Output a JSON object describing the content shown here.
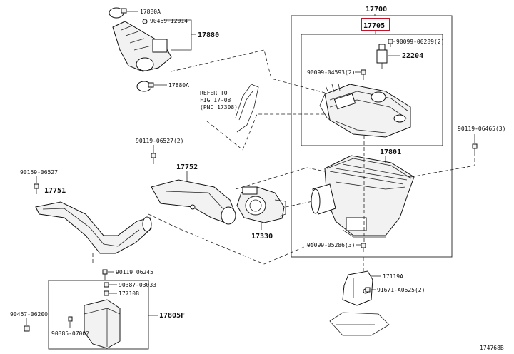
{
  "diagram_id": "174768B",
  "callouts": {
    "p17700": "17700",
    "p17705": "17705",
    "p90099_00289": "90099-00289(2)",
    "p22204": "22204",
    "p90099_04593": "90099-04593(2)",
    "p17801": "17801",
    "p90119_06465": "90119-06465(3)",
    "p90099_05286": "90099-05286(3)",
    "p17119A": "17119A",
    "p91671_A0625": "91671-A0625(2)",
    "p17880A_top": "17880A",
    "p90469_12014": "90469-12014",
    "p17880": "17880",
    "p17880A_bottom": "17880A",
    "refer_line1": "REFER TO",
    "refer_line2": "FIG 17-08",
    "refer_line3": "(PNC 17308)",
    "p90119_06527_2": "90119-06527(2)",
    "p17752": "17752",
    "p90159_06527": "90159-06527",
    "p17751": "17751",
    "p17330": "17330",
    "p90119_06245": "90119 06245",
    "p90387_03033": "90387-03033",
    "p17710B": "17710B",
    "p17805F": "17805F",
    "p90467_06200": "90467-06200",
    "p90385_07002": "90385-07002"
  },
  "colors": {
    "highlight": "#c0142b",
    "ink": "#111111"
  }
}
